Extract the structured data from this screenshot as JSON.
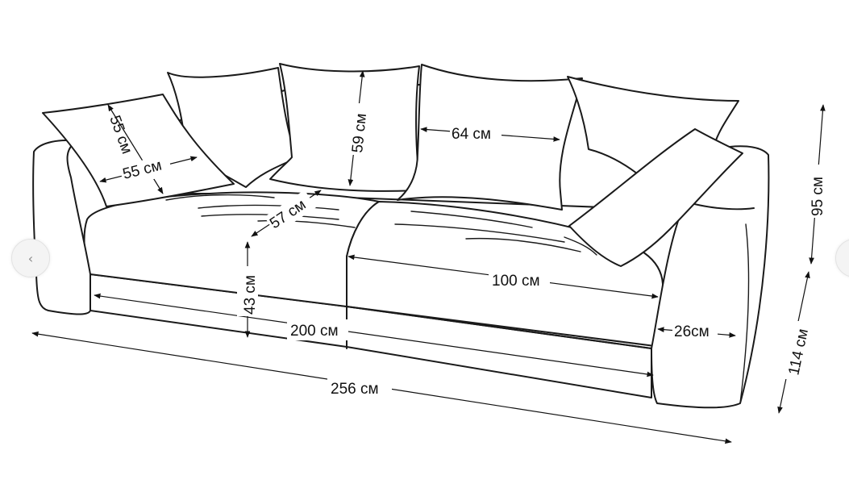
{
  "dimensions": {
    "pillow_left_height": "55 см",
    "pillow_left_width": "55 см",
    "pillow_back_height": "59 см",
    "pillow_back_width": "64 см",
    "seat_depth": "57 см",
    "seat_height": "43 см",
    "seat_width": "100 см",
    "seating_width": "200 см",
    "armrest_width": "26см",
    "total_width": "256 см",
    "back_height": "95 см",
    "total_depth": "114 см"
  },
  "navigation": {
    "prev_icon": "chevron-left-icon",
    "next_icon": "chevron-right-icon",
    "prev_glyph": "‹",
    "next_glyph": "›"
  },
  "colors": {
    "line": "#1a1a1a",
    "background": "#ffffff"
  }
}
